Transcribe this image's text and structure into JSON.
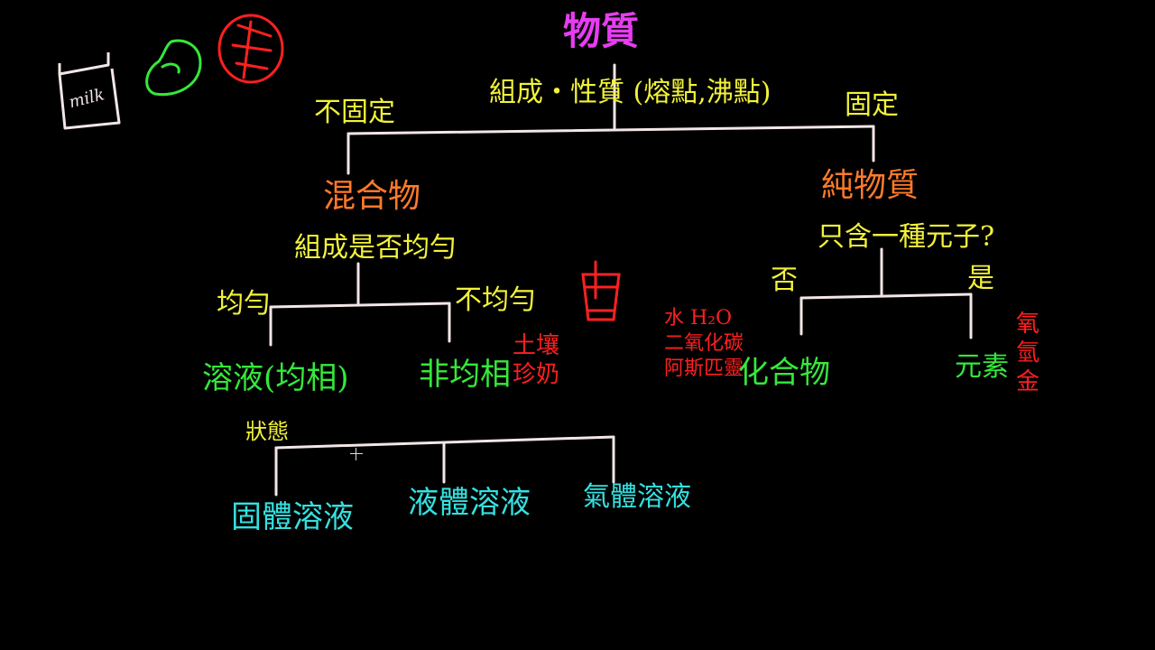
{
  "root": "物質",
  "root_criterion": "組成‧性質 (熔點,沸點)",
  "left_branch": "不固定",
  "right_branch": "固定",
  "mixture": "混合物",
  "mixture_criterion": "組成是否均勻",
  "uniform": "均勻",
  "non_uniform": "不均勻",
  "solution": "溶液(均相)",
  "heterogeneous": "非均相",
  "heterogeneous_examples": [
    "土壤",
    "珍奶"
  ],
  "state_label": "狀態",
  "solid_solution": "固體溶液",
  "liquid_solution": "液體溶液",
  "gas_solution": "氣體溶液",
  "pure": "純物質",
  "pure_criterion": "只含一種元子?",
  "no": "否",
  "yes": "是",
  "compound": "化合物",
  "compound_examples": [
    "水 H₂O",
    "二氧化碳",
    "阿斯匹靈"
  ],
  "element": "元素",
  "element_examples": [
    "氧",
    "氫",
    "金"
  ],
  "milk_label": "milk",
  "colors": {
    "title": "#e63df0",
    "text": "#f2f23a",
    "category": "#ff7a2a",
    "leaf": "#35e83b",
    "solution_type": "#35e0e0",
    "example": "#ff1f1f",
    "line": "#f3e6e6"
  },
  "icons": [
    "milk-carton-icon",
    "green-fruit-icon",
    "red-orange-icon",
    "bubble-tea-icon"
  ]
}
